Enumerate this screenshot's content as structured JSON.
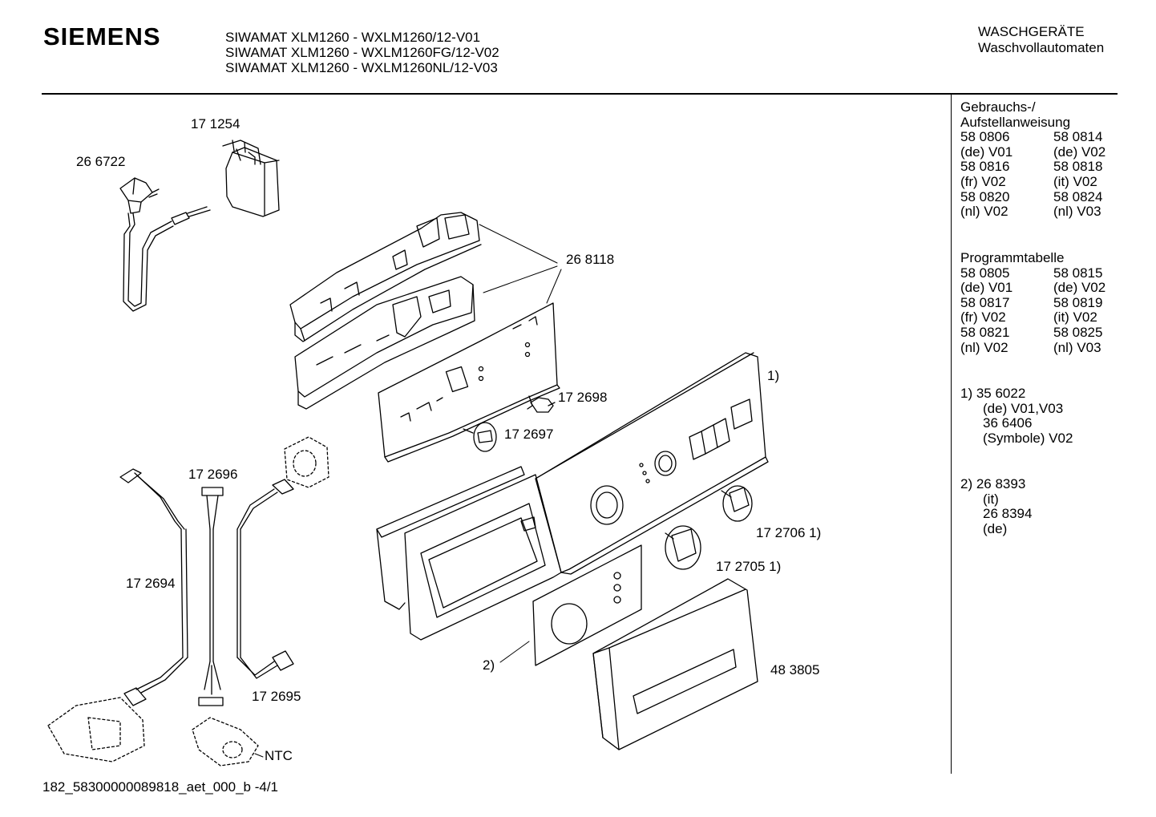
{
  "header": {
    "brand": "SIEMENS",
    "models": [
      "SIWAMAT XLM1260 - WXLM1260/12-V01",
      "SIWAMAT XLM1260 - WXLM1260FG/12-V02",
      "SIWAMAT XLM1260 - WXLM1260NL/12-V03"
    ],
    "category": "WASCHGERÄTE",
    "subcategory": "Waschvollautomaten"
  },
  "part_labels": {
    "p171254": "17 1254",
    "p266722": "26 6722",
    "p268118": "26 8118",
    "p172698": "17 2698",
    "p172697": "17 2697",
    "p172696": "17 2696",
    "p172694": "17 2694",
    "p172695": "17 2695",
    "ntc": "NTC",
    "p1": "1)",
    "p2": "2)",
    "p1727061": "17 2706 1)",
    "p1727051": "17 2705 1)",
    "p483805": "48 3805"
  },
  "sidebar": {
    "manual_title_1": "Gebrauchs-/",
    "manual_title_2": "Aufstellanweisung",
    "manual_rows": [
      [
        "58 0806",
        "58 0814"
      ],
      [
        "(de) V01",
        "(de) V02"
      ],
      [
        "58 0816",
        "58 0818"
      ],
      [
        "(fr) V02",
        "(it) V02"
      ],
      [
        "58 0820",
        "58 0824"
      ],
      [
        "(nl) V02",
        "(nl) V03"
      ]
    ],
    "program_title": "Programmtabelle",
    "program_rows": [
      [
        "58 0805",
        "58 0815"
      ],
      [
        "(de) V01",
        "(de) V02"
      ],
      [
        "58 0817",
        "58 0819"
      ],
      [
        "(fr) V02",
        "(it) V02"
      ],
      [
        "58 0821",
        "58 0825"
      ],
      [
        "(nl) V02",
        "(nl) V03"
      ]
    ],
    "note1": [
      "1)  35 6022",
      "(de) V01,V03",
      "36 6406",
      "(Symbole) V02"
    ],
    "note2": [
      "2)  26 8393",
      "(it)",
      "26 8394",
      "(de)"
    ]
  },
  "footer": {
    "code": "182_58300000089818_aet_000_b   -4/1"
  }
}
